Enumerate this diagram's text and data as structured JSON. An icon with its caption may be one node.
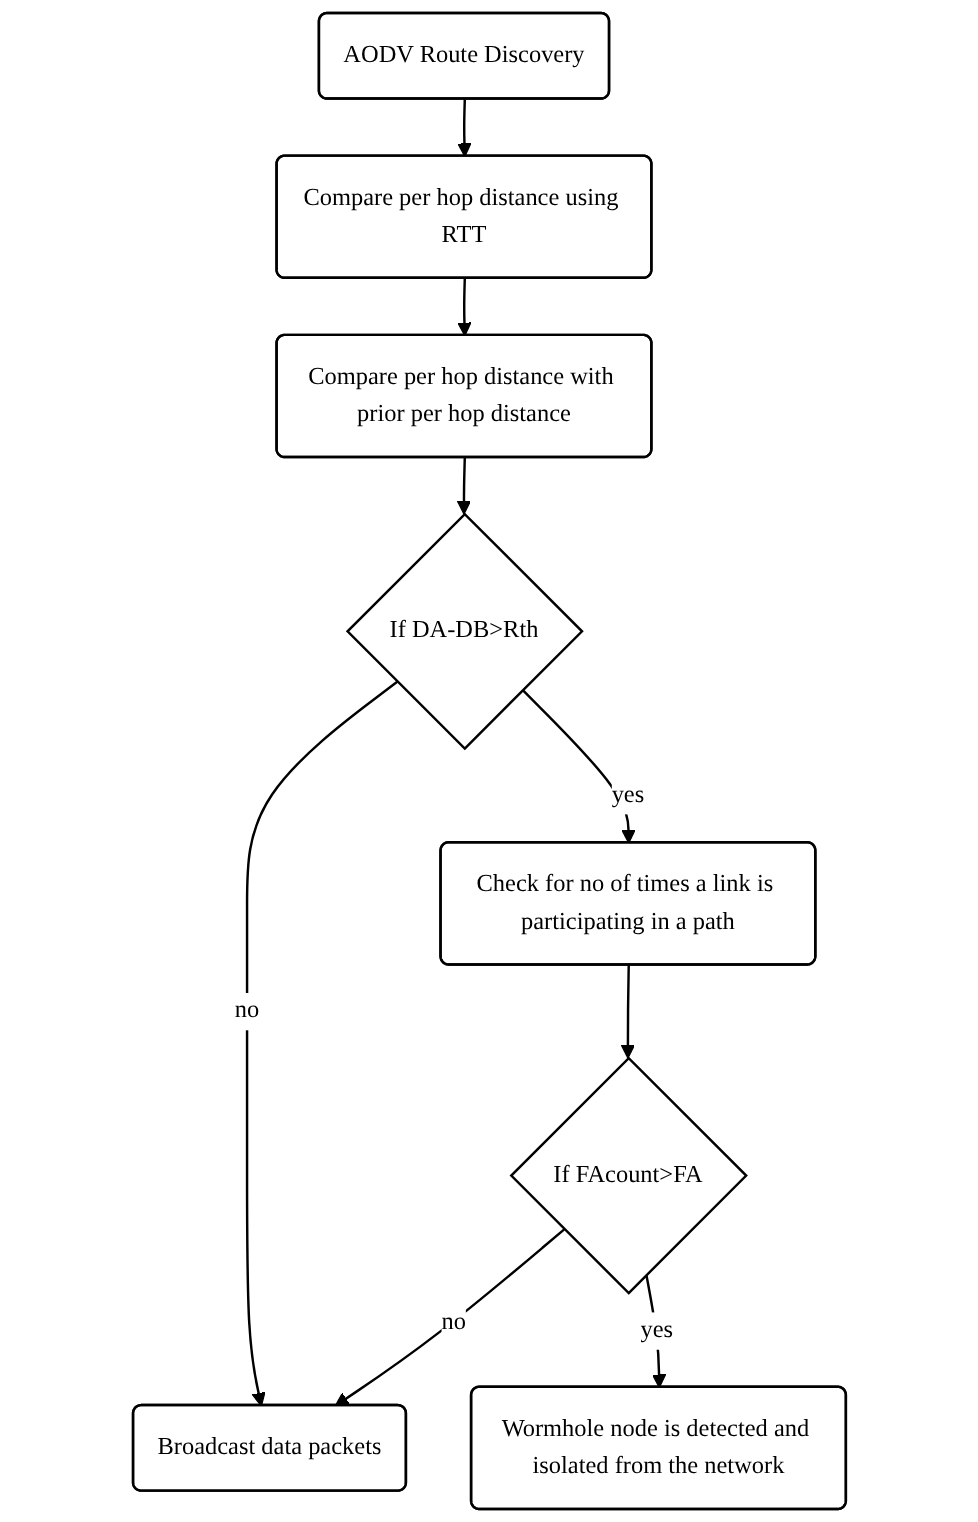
{
  "diagram": {
    "nodes": [
      {
        "text": [
          "AODV Route Discovery"
        ]
      },
      {
        "text": [
          "Compare per hop distance using RTT"
        ]
      },
      {
        "text": [
          "Compare per hop distance with prior per hop distance"
        ]
      },
      {
        "text": [
          "If DA-DB>Rth"
        ]
      },
      {
        "text": [
          "Check for no of times a link is participating in a path"
        ]
      },
      {
        "text": [
          "Broadcast data packets"
        ]
      },
      {
        "text": [
          "If FAcount>FA"
        ]
      },
      {
        "text": [
          "Wormhole node is detected and isolated from the network"
        ]
      }
    ],
    "edges": [
      {
        "from": 0,
        "to": 1,
        "arrow": "to"
      },
      {
        "from": 1,
        "to": 2,
        "arrow": "to"
      },
      {
        "from": 2,
        "to": 3,
        "arrow": "to"
      },
      {
        "from": 3,
        "to": 4,
        "arrow": "to",
        "label": "yes"
      },
      {
        "from": 3,
        "to": 5,
        "arrow": "to",
        "label": "no"
      },
      {
        "from": 4,
        "to": 6,
        "arrow": "to"
      },
      {
        "from": 6,
        "to": 5,
        "arrow": "to",
        "label": "no"
      },
      {
        "from": 6,
        "to": 7,
        "arrow": "to",
        "label": "yes"
      }
    ]
  }
}
